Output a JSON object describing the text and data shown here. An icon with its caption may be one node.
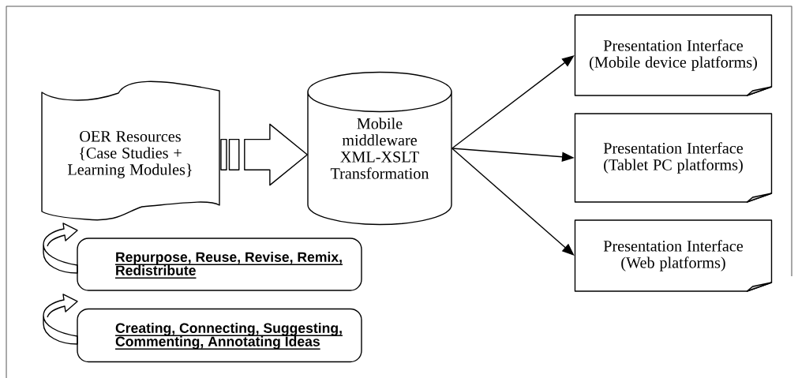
{
  "diagram": {
    "nodes": [
      {
        "text": [
          "OER Resources {Case Studies + Learning Modules}"
        ]
      },
      {
        "text": [
          "Mobile middleware XML-XSLT Transformation"
        ]
      },
      {
        "text": [
          "Presentation Interface (Mobile device platforms)"
        ]
      },
      {
        "text": [
          "Presentation Interface (Tablet PC platforms)"
        ]
      },
      {
        "text": [
          "Presentation Interface (Web platforms)"
        ]
      },
      {
        "text": [
          "Repurpose, Reuse, Revise, Remix, Redistribute"
        ]
      },
      {
        "text": [
          "Creating, Connecting, Suggesting, Commenting, Annotating Ideas"
        ]
      }
    ],
    "edges": [
      {
        "from": 0,
        "to": 1,
        "arrow": "to",
        "style": "thick"
      },
      {
        "from": 1,
        "to": 2,
        "arrow": "to"
      },
      {
        "from": 1,
        "to": 3,
        "arrow": "to"
      },
      {
        "from": 1,
        "to": 4,
        "arrow": "to"
      }
    ]
  }
}
